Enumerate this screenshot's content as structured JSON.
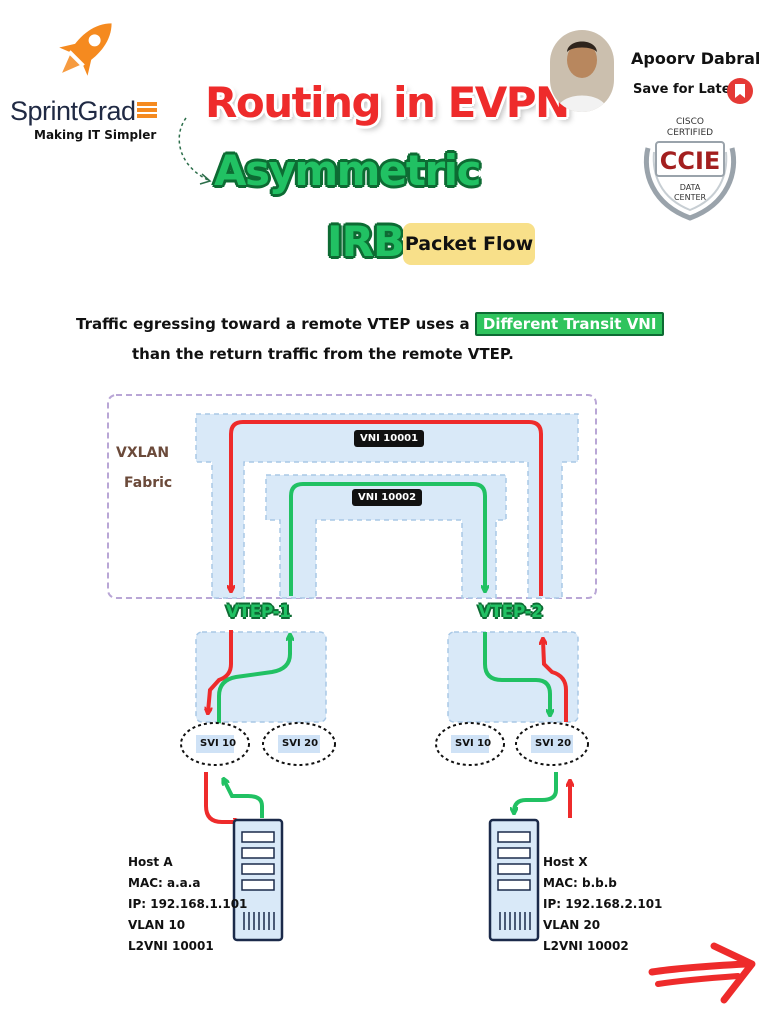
{
  "brand": {
    "name": "SprintGrad",
    "tagline": "Making IT Simpler"
  },
  "title": {
    "line1": "Routing in EVPN",
    "line2": "Asymmetric",
    "line3": "IRB",
    "badge": "Packet Flow"
  },
  "author": {
    "name": "Apoorv Dabral",
    "save_label": "Save for Later"
  },
  "cert": {
    "line1": "CISCO",
    "line2": "CERTIFIED",
    "name": "CCIE",
    "line3": "DATA",
    "line4": "CENTER"
  },
  "description": {
    "part1": "Traffic egressing toward a remote VTEP uses a",
    "highlight": "Different Transit VNI",
    "line2": "than the return traffic from the remote VTEP."
  },
  "fabric": {
    "label_line1": "VXLAN",
    "label_line2": "Fabric",
    "vni_outer": "VNI 10001",
    "vni_inner": "VNI 10002"
  },
  "vteps": [
    {
      "name": "VTEP-1",
      "svis": [
        "SVI 10",
        "SVI 20"
      ]
    },
    {
      "name": "VTEP-2",
      "svis": [
        "SVI 10",
        "SVI 20"
      ]
    }
  ],
  "hosts": [
    {
      "name": "Host A",
      "mac": "MAC: a.a.a",
      "ip": "IP: 192.168.1.101",
      "vlan": "VLAN 10",
      "l2vni": "L2VNI 10001"
    },
    {
      "name": "Host X",
      "mac": "MAC: b.b.b",
      "ip": "IP: 192.168.2.101",
      "vlan": "VLAN 20",
      "l2vni": "L2VNI 10002"
    }
  ],
  "colors": {
    "egress_path": "#ee2b2b",
    "return_path": "#21c163",
    "fabric_border": "#b9a6d6",
    "region_fill": "#d9e9f8"
  },
  "icons": {
    "logo": "rocket-icon",
    "save": "bookmark-icon",
    "next": "arrow-right-icon"
  }
}
